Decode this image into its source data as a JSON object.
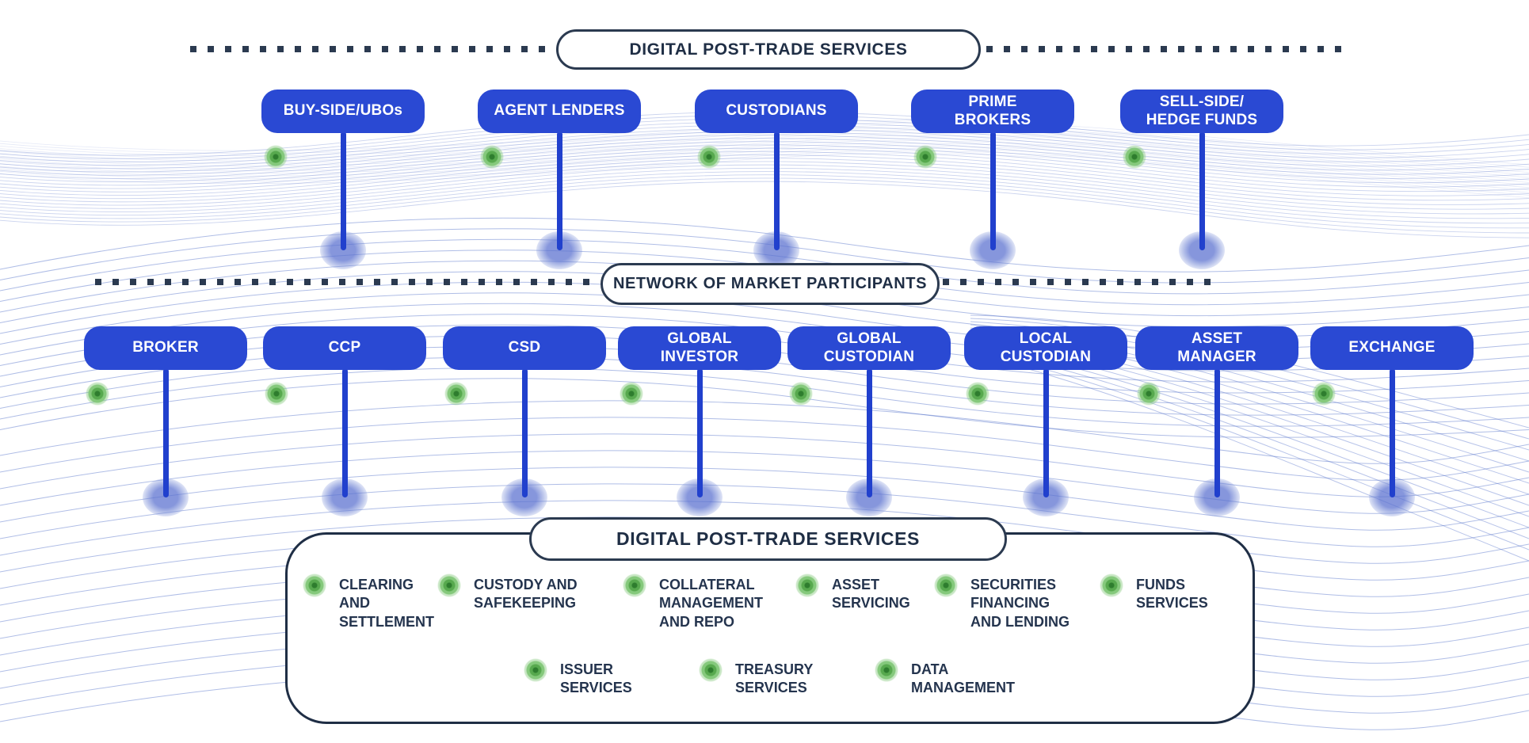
{
  "top_band": {
    "label": "DIGITAL POST-TRADE SERVICES"
  },
  "network_band": {
    "label": "NETWORK OF MARKET PARTICIPANTS"
  },
  "top_row": {
    "items": [
      {
        "label": "BUY-SIDE/UBOs"
      },
      {
        "label": "AGENT LENDERS"
      },
      {
        "label": "CUSTODIANS"
      },
      {
        "label": "PRIME\nBROKERS"
      },
      {
        "label": "SELL-SIDE/\nHEDGE FUNDS"
      }
    ]
  },
  "participant_row": {
    "items": [
      {
        "label": "BROKER"
      },
      {
        "label": "CCP"
      },
      {
        "label": "CSD"
      },
      {
        "label": "GLOBAL\nINVESTOR"
      },
      {
        "label": "GLOBAL\nCUSTODIAN"
      },
      {
        "label": "LOCAL\nCUSTODIAN"
      },
      {
        "label": "ASSET\nMANAGER"
      },
      {
        "label": "EXCHANGE"
      }
    ]
  },
  "services_box": {
    "title": "DIGITAL POST-TRADE SERVICES",
    "row1": [
      {
        "label": "CLEARING\nAND\nSETTLEMENT"
      },
      {
        "label": "CUSTODY AND\nSAFEKEEPING"
      },
      {
        "label": "COLLATERAL\nMANAGEMENT\nAND REPO"
      },
      {
        "label": "ASSET\nSERVICING"
      },
      {
        "label": "SECURITIES\nFINANCING\nAND LENDING"
      },
      {
        "label": "FUNDS\nSERVICES"
      }
    ],
    "row2": [
      {
        "label": "ISSUER\nSERVICES"
      },
      {
        "label": "TREASURY\nSERVICES"
      },
      {
        "label": "DATA\nMANAGEMENT"
      }
    ]
  },
  "colors": {
    "pill_blue": "#2A49D3",
    "connector_blue": "#2140CD",
    "navy_text": "#24344E",
    "pill_border_navy": "#2B3A50",
    "green_dot": "#57A94E",
    "blob_blue": "#8A9CDF",
    "wave_blue": "#4E6CC8"
  }
}
